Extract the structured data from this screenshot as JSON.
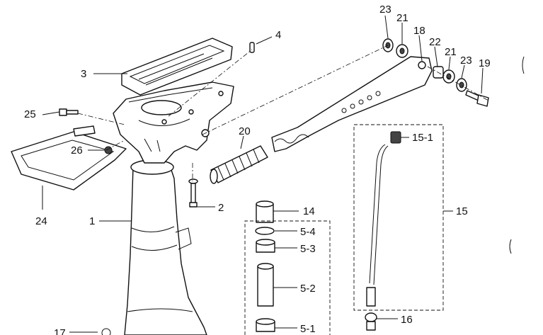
{
  "callouts": {
    "c23a": "23",
    "c21a": "21",
    "c18": "18",
    "c4": "4",
    "c3": "3",
    "c22": "22",
    "c21b": "21",
    "c23b": "23",
    "c19": "19",
    "c25": "25",
    "c20": "20",
    "c26": "26",
    "c151": "15-1",
    "c2": "2",
    "c1": "1",
    "c14": "14",
    "c15": "15",
    "c24": "24",
    "c54": "5-4",
    "c53": "5-3",
    "c52": "5-2",
    "c51": "5-1",
    "c16": "16",
    "c17": "17"
  }
}
